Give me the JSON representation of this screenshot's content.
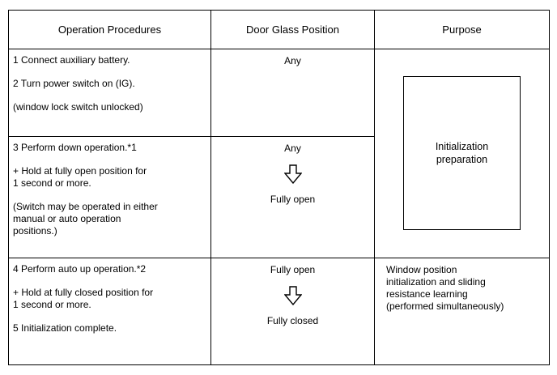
{
  "document": {
    "background": "#ffffff",
    "border_color": "#000000"
  },
  "table": {
    "headers": {
      "procedures": "Operation Procedures",
      "glass_position": "Door Glass Position",
      "purpose": "Purpose"
    },
    "row1": {
      "steps": [
        "1 Connect auxiliary battery.",
        "2 Turn power switch on (IG).",
        "(window lock switch unlocked)"
      ],
      "glass_position": "Any"
    },
    "row2": {
      "steps": [
        "3 Perform down operation.*1",
        "+ Hold at fully open position for\n1 second or more.",
        "(Switch may be operated in either\nmanual or auto operation\npositions.)"
      ],
      "glass_from": "Any",
      "glass_to": "Fully open"
    },
    "purpose_rows_1_2": {
      "box_label": "Initialization\npreparation"
    },
    "row3": {
      "steps": [
        "4 Perform auto up operation.*2",
        "+ Hold at fully closed position for\n1 second or more.",
        "5 Initialization complete."
      ],
      "glass_from": "Fully open",
      "glass_to": "Fully closed",
      "purpose": "Window position\ninitialization and sliding\nresistance learning\n(performed simultaneously)"
    },
    "icons": {
      "down_arrow": "hollow-down-arrow"
    }
  }
}
